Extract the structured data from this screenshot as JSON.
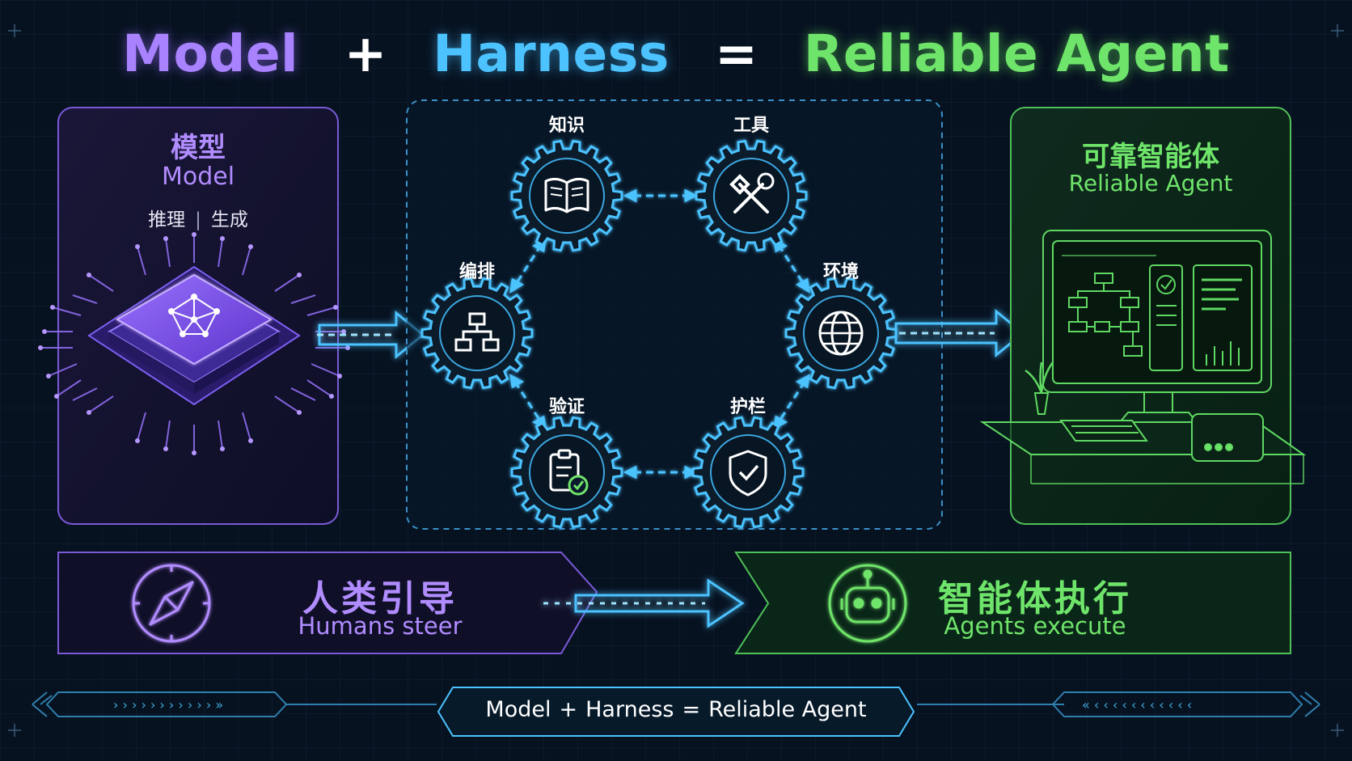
{
  "title": {
    "model": "Model",
    "plus": "+",
    "harness": "Harness",
    "equals": "=",
    "agent": "Reliable Agent"
  },
  "model_panel": {
    "title_zh": "模型",
    "title_en": "Model",
    "sub_left": "推理",
    "sub_sep": "|",
    "sub_right": "生成",
    "icon": "ai-chip-icon"
  },
  "harness_panel": {
    "gears": [
      {
        "label": "知识",
        "icon": "book-icon"
      },
      {
        "label": "工具",
        "icon": "tools-icon"
      },
      {
        "label": "编排",
        "icon": "flowchart-icon"
      },
      {
        "label": "环境",
        "icon": "globe-icon"
      },
      {
        "label": "验证",
        "icon": "clipboard-check-icon"
      },
      {
        "label": "护栏",
        "icon": "shield-check-icon"
      }
    ]
  },
  "agent_panel": {
    "title_zh": "可靠智能体",
    "title_en": "Reliable Agent",
    "icon": "workstation-icon"
  },
  "bottom": {
    "steer": {
      "zh": "人类引导",
      "en": "Humans steer",
      "icon": "compass-icon"
    },
    "execute": {
      "zh": "智能体执行",
      "en": "Agents execute",
      "icon": "robot-icon"
    }
  },
  "footer": {
    "model": "Model",
    "plus": "+",
    "harness": "Harness",
    "equals": "=",
    "agent": "Reliable Agent"
  },
  "colors": {
    "background": "#06101c",
    "model": "#a882ff",
    "harness": "#4cc3ff",
    "agent": "#6fe46a"
  }
}
